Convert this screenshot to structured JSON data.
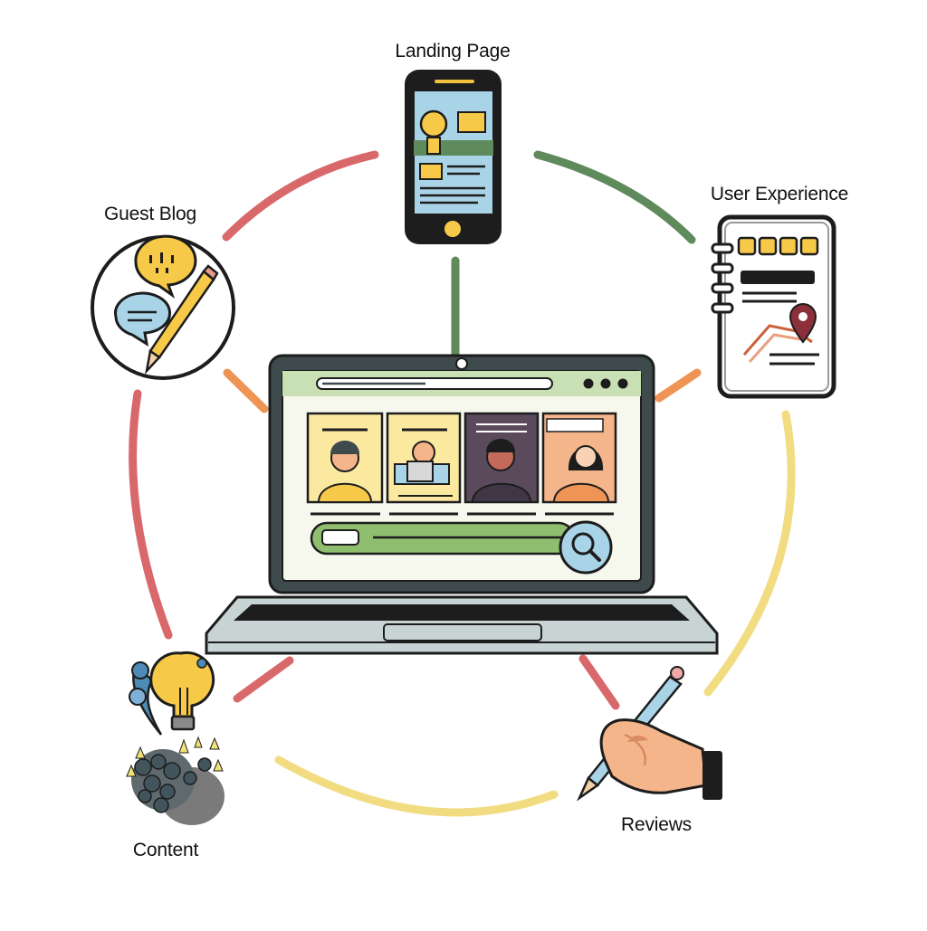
{
  "nodes": {
    "landing_page": {
      "label": "Landing Page"
    },
    "user_experience": {
      "label": "User Experience"
    },
    "guest_blog": {
      "label": "Guest Blog"
    },
    "content": {
      "label": "Content"
    },
    "reviews": {
      "label": "Reviews"
    }
  },
  "colors": {
    "red": "#d9686a",
    "green": "#5e8a5c",
    "yellow": "#f2dc82",
    "orange": "#ee9455",
    "ink": "#1d1d1d",
    "screen_blue": "#a9d3e6",
    "bulb_yellow": "#f7c948",
    "browser_green": "#c9e0b4"
  },
  "icons": {
    "hub": "laptop-icon",
    "landing_page": "smartphone-icon",
    "user_experience": "notebook-map-icon",
    "guest_blog": "chat-bubbles-pencil-icon",
    "content": "lightbulb-rocks-icon",
    "reviews": "hand-writing-pencil-icon",
    "search": "magnifier-icon"
  }
}
